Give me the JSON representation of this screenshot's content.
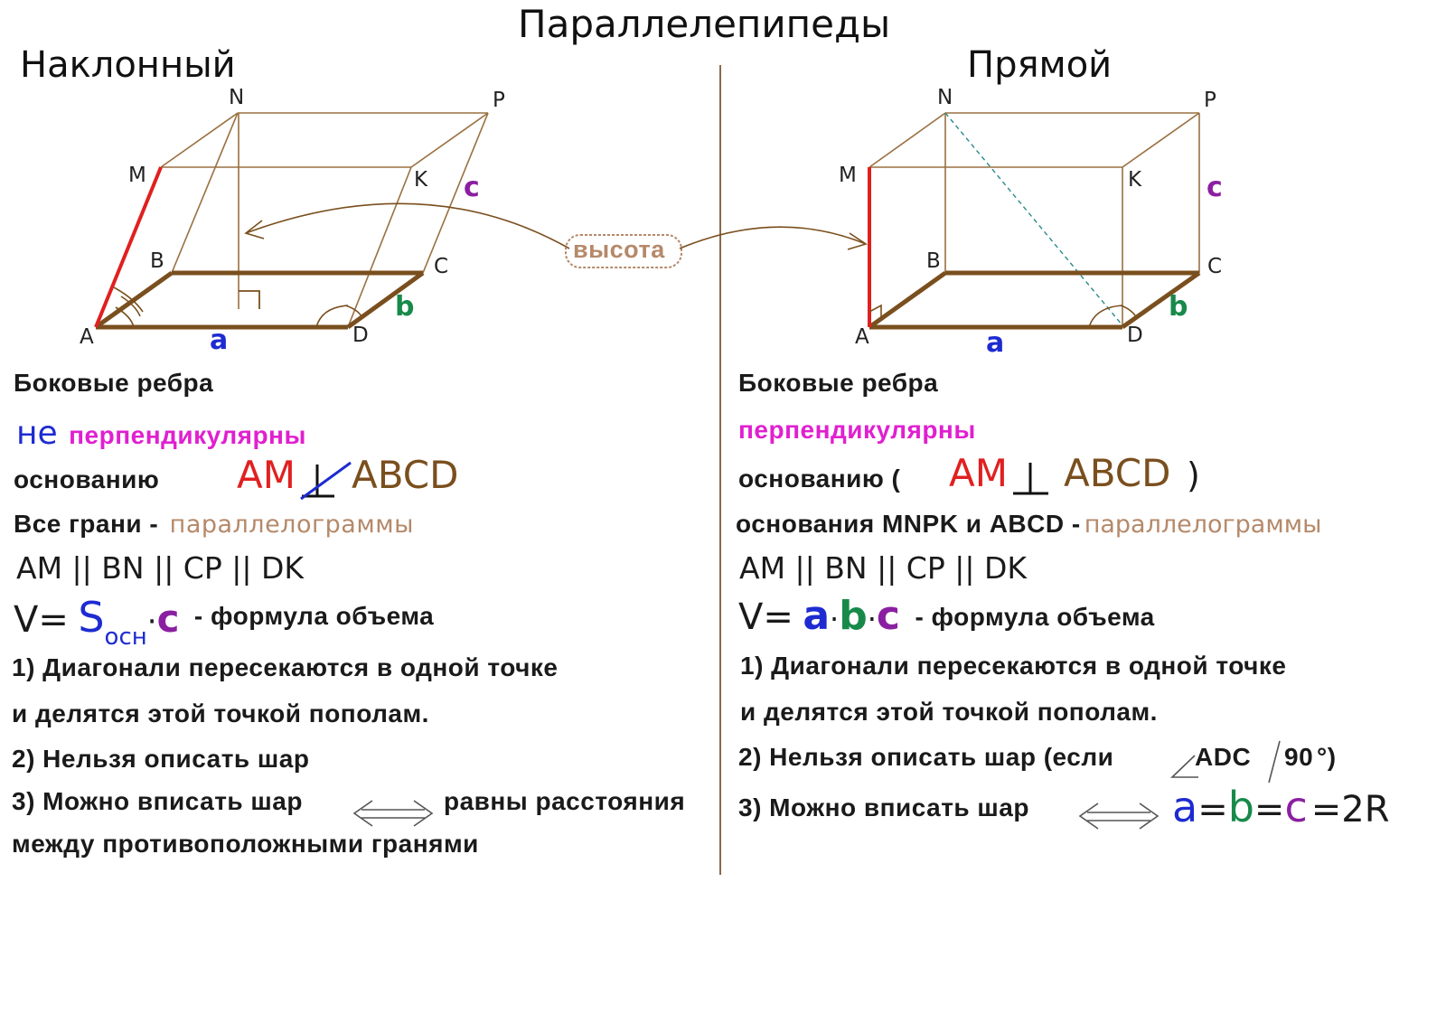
{
  "title": "Параллелепипеды",
  "left": {
    "heading": "Наклонный",
    "vertices": {
      "N": "N",
      "P": "P",
      "M": "M",
      "K": "K",
      "B": "B",
      "C": "C",
      "A": "A",
      "D": "D"
    },
    "edge_labels": {
      "a": "a",
      "b": "b",
      "c": "c"
    },
    "lines": {
      "l1": "Боковые ребра",
      "l2_not": "не",
      "l2_perp": "перпендикулярны",
      "l3_base": "основанию",
      "l3_am": "AM",
      "l3_abcd": "ABCD",
      "l4_faces": "Все грани -",
      "l4_par": "параллелограммы",
      "l5": "AM || BN || CP || DK",
      "l6_v": "V=",
      "l6_s": "S",
      "l6_sub": "осн",
      "l6_dot": "·",
      "l6_c": "c",
      "l6_rest": "- формула объема",
      "l7": "1) Диагонали пересекаются в одной точке",
      "l8": "и делятся этой точкой пополам.",
      "l9": "2) Нельзя описать шар",
      "l10a": "3) Можно вписать шар",
      "l10b": "равны расстояния",
      "l11": "между противоположными гранями"
    }
  },
  "center_label": "высота",
  "right": {
    "heading": "Прямой",
    "vertices": {
      "N": "N",
      "P": "P",
      "M": "M",
      "K": "K",
      "B": "B",
      "C": "C",
      "A": "A",
      "D": "D"
    },
    "edge_labels": {
      "a": "a",
      "b": "b",
      "c": "c"
    },
    "lines": {
      "l1": "Боковые ребра",
      "l2_perp": "перпендикулярны",
      "l3_base": "основанию (",
      "l3_am": "AM",
      "l3_abcd": "ABCD",
      "l3_close": ")",
      "l4_bases": "основания MNPK и ABCD -",
      "l4_par": "параллелограммы",
      "l5": "AM || BN || CP || DK",
      "l6_v": "V=",
      "l6_a": "a",
      "l6_b": "b",
      "l6_c": "c",
      "l6_dot": "·",
      "l6_rest": "- формула объема",
      "l7": "1) Диагонали пересекаются в одной точке",
      "l8": "и делятся этой точкой пополам.",
      "l9a": "2) Нельзя описать шар (если",
      "l9b": "ADC",
      "l9c": "90",
      "l9d": "°)",
      "l10a": "3) Можно вписать шар",
      "l10_a": "a",
      "l10_b": "b",
      "l10_c": "c",
      "l10_eq": "=",
      "l10_r": "=2R"
    }
  },
  "colors": {
    "edge_brown": "#7a4f1e",
    "thin_brown": "#9a7040",
    "lateral_red": "#e02020",
    "a_blue": "#1d2bd1",
    "b_green": "#178a4a",
    "c_purple": "#8b1fa1",
    "perp_pink": "#e020d0",
    "parallelogram_tan": "#b5896a",
    "divider": "#8a6a4a"
  }
}
